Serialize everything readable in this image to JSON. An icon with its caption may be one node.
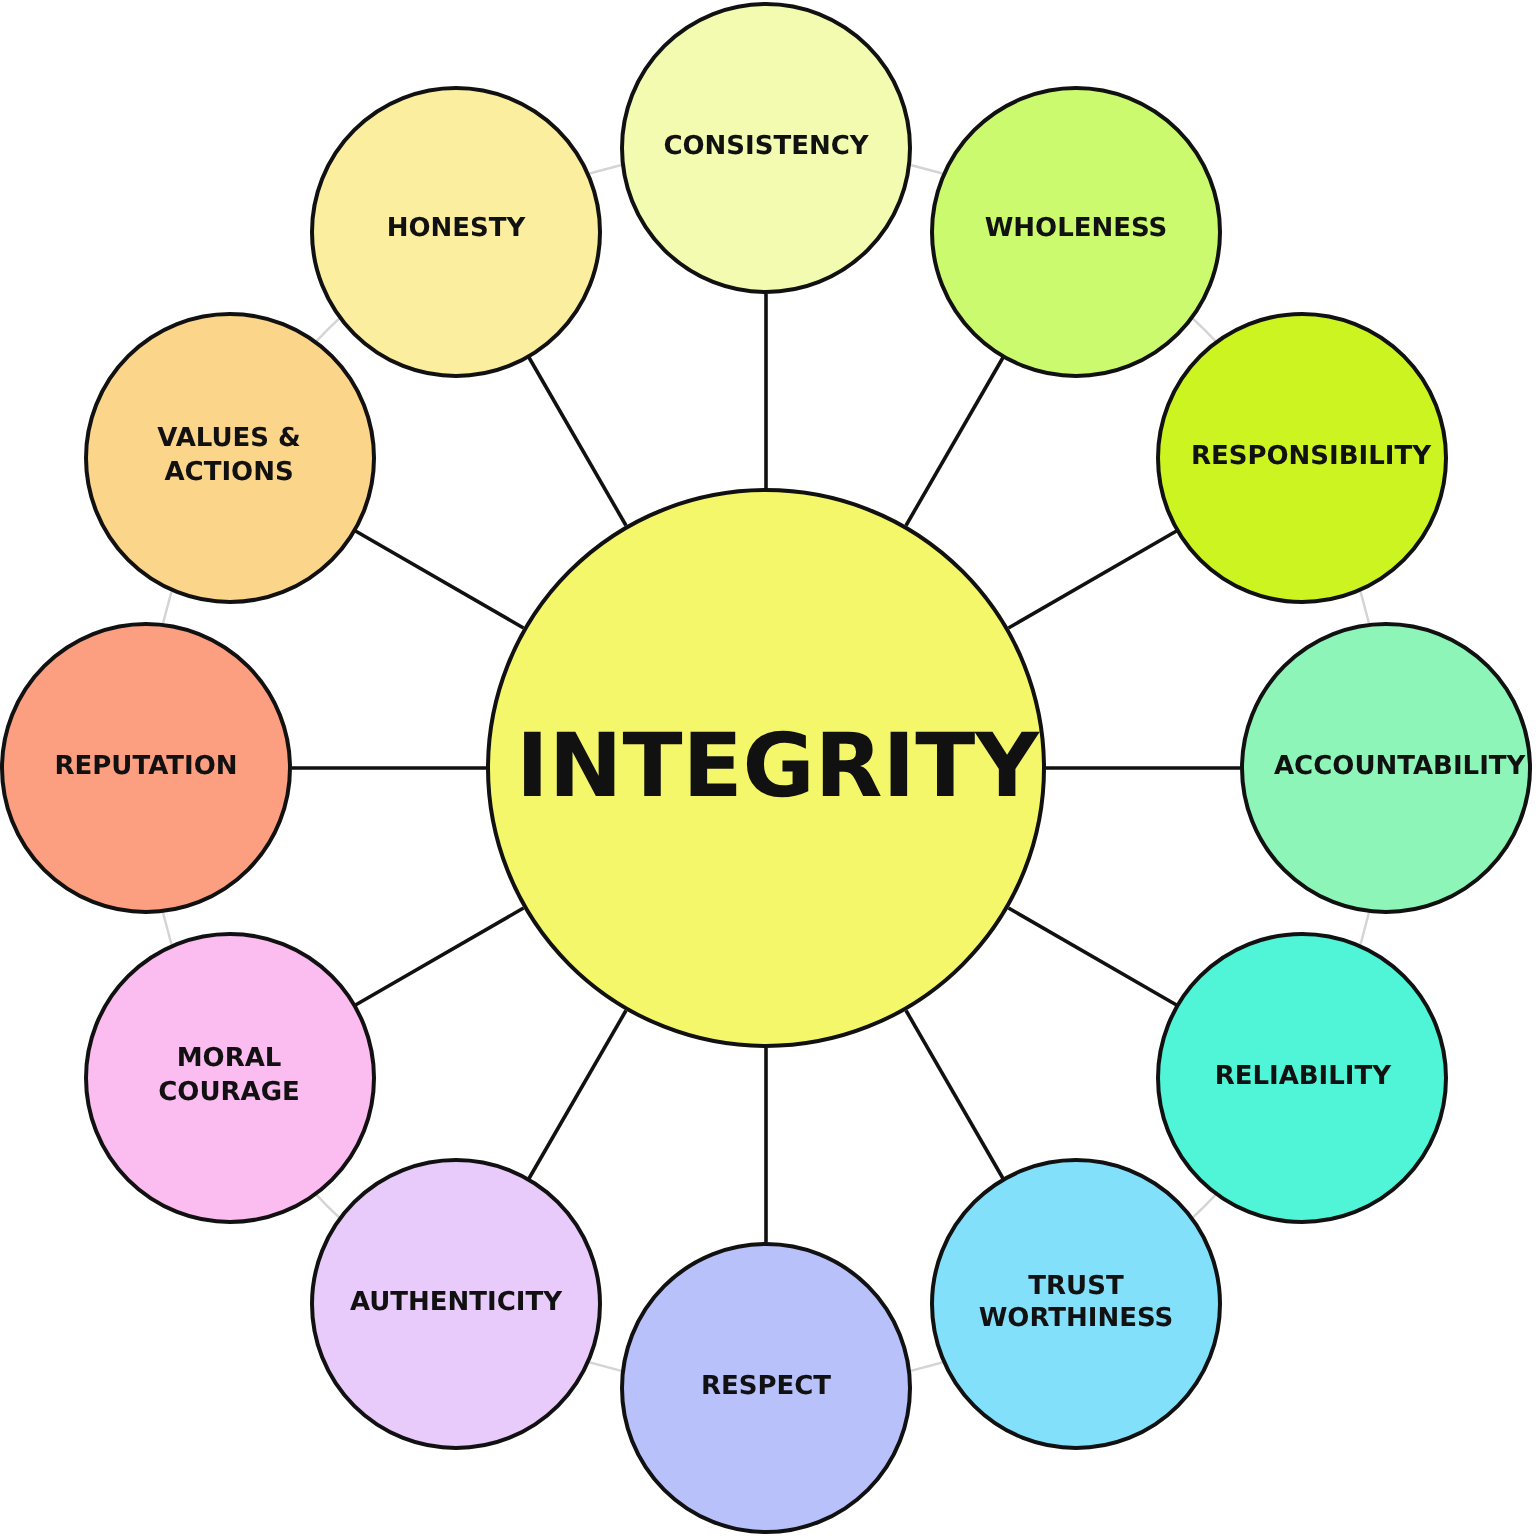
{
  "diagram": {
    "nodes": [
      {
        "text": [
          "INTEGRITY"
        ]
      },
      {
        "text": [
          "CONSISTENCY"
        ]
      },
      {
        "text": [
          "WHOLENESS"
        ]
      },
      {
        "text": [
          "RESPONSIBILITY"
        ]
      },
      {
        "text": [
          "ACCOUNTABILITY"
        ]
      },
      {
        "text": [
          "RELIABILITY"
        ]
      },
      {
        "text": [
          "TRUST WORTHINESS"
        ]
      },
      {
        "text": [
          "RESPECT"
        ]
      },
      {
        "text": [
          "AUTHENTICITY"
        ]
      },
      {
        "text": [
          "MORAL COURAGE"
        ]
      },
      {
        "text": [
          "REPUTATION"
        ]
      },
      {
        "text": [
          "VALUES & ACTIONS"
        ]
      },
      {
        "text": [
          "HONESTY"
        ]
      }
    ],
    "edges": [
      {
        "from": 0,
        "to": 1,
        "arrow": "none"
      },
      {
        "from": 0,
        "to": 2,
        "arrow": "none"
      },
      {
        "from": 0,
        "to": 3,
        "arrow": "none"
      },
      {
        "from": 0,
        "to": 4,
        "arrow": "none"
      },
      {
        "from": 0,
        "to": 5,
        "arrow": "none"
      },
      {
        "from": 0,
        "to": 6,
        "arrow": "none"
      },
      {
        "from": 0,
        "to": 7,
        "arrow": "none"
      },
      {
        "from": 0,
        "to": 8,
        "arrow": "none"
      },
      {
        "from": 0,
        "to": 9,
        "arrow": "none"
      },
      {
        "from": 0,
        "to": 10,
        "arrow": "none"
      },
      {
        "from": 0,
        "to": 11,
        "arrow": "none"
      },
      {
        "from": 0,
        "to": 12,
        "arrow": "none"
      }
    ]
  }
}
